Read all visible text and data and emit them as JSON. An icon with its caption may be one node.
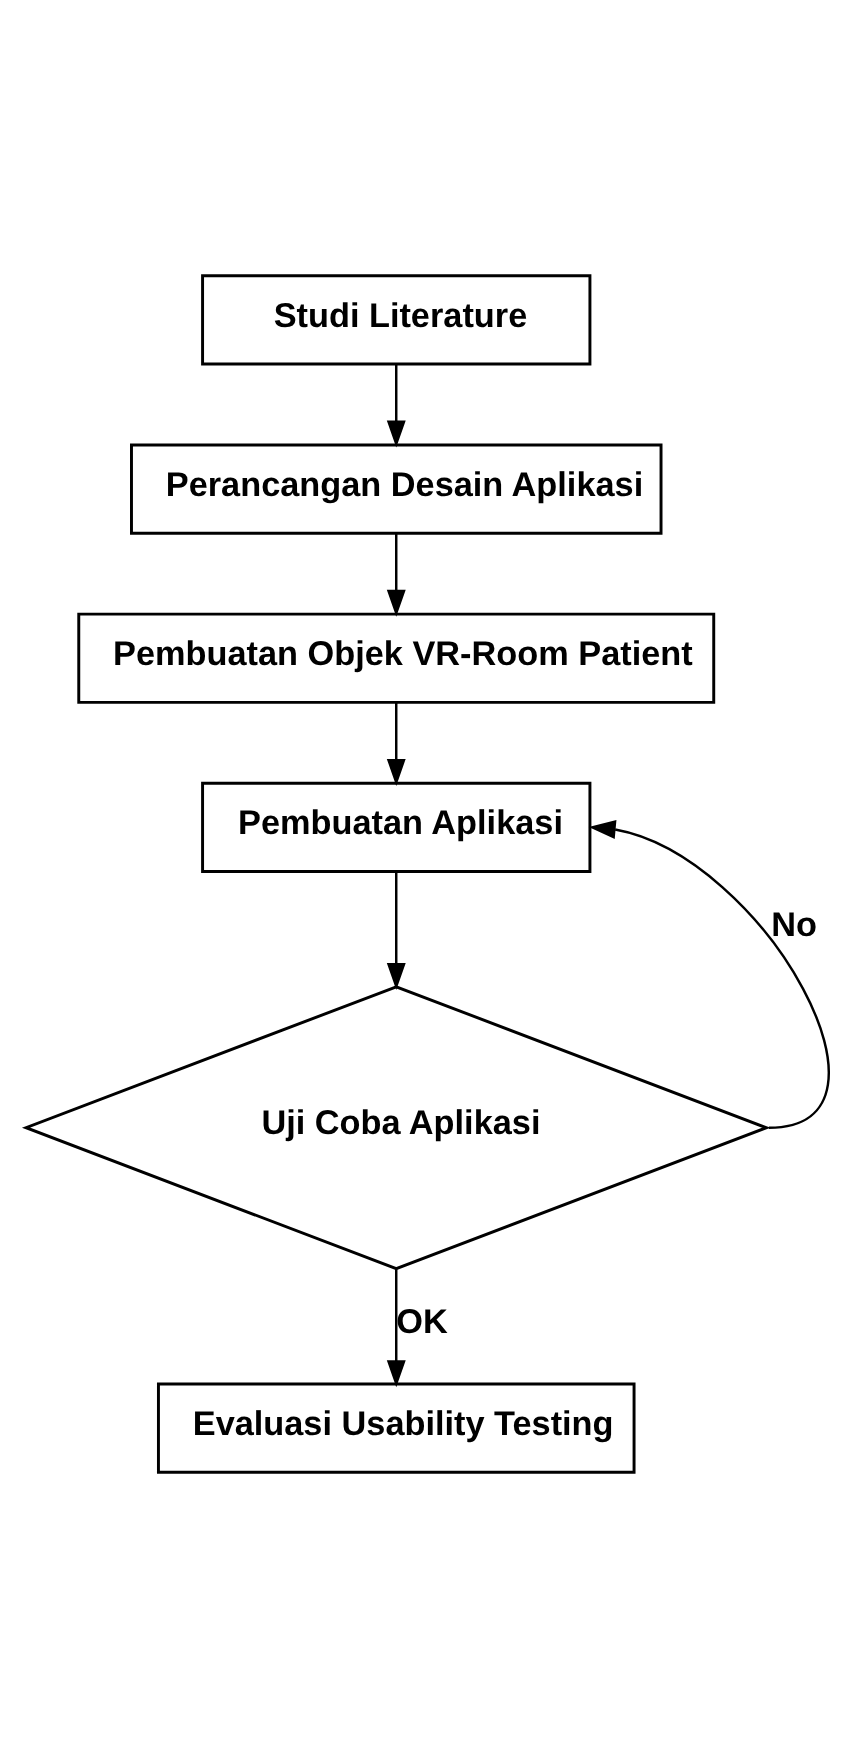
{
  "diagram": {
    "nodes": [
      {
        "text": [
          "Studi Literature"
        ]
      },
      {
        "text": [
          "Perancangan Desain Aplikasi"
        ]
      },
      {
        "text": [
          "Pembuatan Objek VR-Room Patient"
        ]
      },
      {
        "text": [
          "Pembuatan Aplikasi"
        ]
      },
      {
        "text": [
          "Uji Coba Aplikasi"
        ]
      },
      {
        "text": [
          "Evaluasi Usability Testing"
        ]
      }
    ],
    "edges": [
      {
        "from": 0,
        "to": 1,
        "arrow": "to"
      },
      {
        "from": 1,
        "to": 2,
        "arrow": "to"
      },
      {
        "from": 2,
        "to": 3,
        "arrow": "to"
      },
      {
        "from": 3,
        "to": 4,
        "arrow": "to"
      },
      {
        "from": 4,
        "to": 3,
        "arrow": "to",
        "label": "No"
      },
      {
        "from": 4,
        "to": 5,
        "arrow": "to",
        "label": "OK"
      }
    ]
  }
}
